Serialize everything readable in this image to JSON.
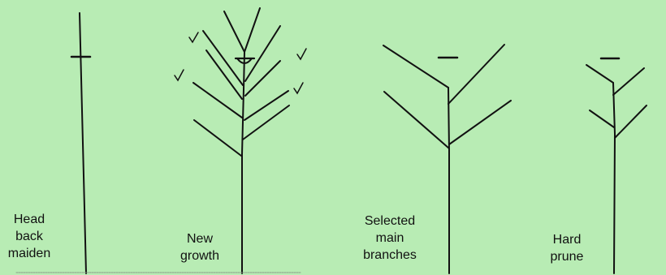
{
  "stages": [
    {
      "id": "head-back",
      "lines": [
        "Head",
        "back",
        "maiden"
      ]
    },
    {
      "id": "new-growth",
      "lines": [
        "New",
        "growth"
      ]
    },
    {
      "id": "selected",
      "lines": [
        "Selected",
        "main",
        "branches"
      ]
    },
    {
      "id": "hard-prune",
      "lines": [
        "Hard",
        "prune"
      ]
    }
  ],
  "colors": {
    "background": "#b8ecb4",
    "stroke": "#111111"
  }
}
